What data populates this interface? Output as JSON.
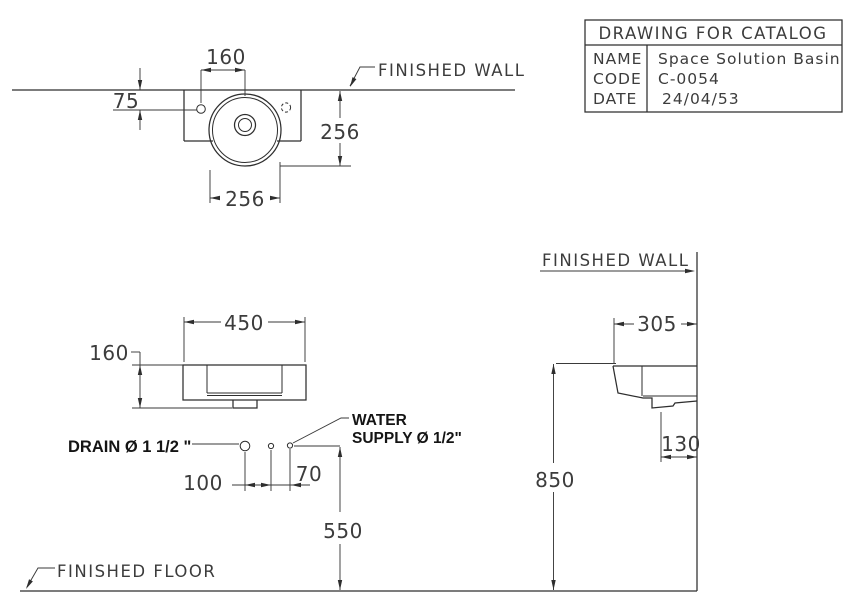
{
  "page": {
    "background": "#ffffff",
    "line_color": "#2e2e2e",
    "text_color": "#3c3c3c",
    "label_color": "#141414"
  },
  "title_block": {
    "title": "DRAWING FOR CATALOG",
    "name_label": "NAME",
    "name_value": "Space Solution Basin",
    "code_label": "CODE",
    "code_value": "C-0054",
    "date_label": "DATE",
    "date_value": "24/04/53"
  },
  "annotations": {
    "finished_wall_top": "FINISHED WALL",
    "finished_wall_side": "FINISHED WALL",
    "finished_floor": "FINISHED FLOOR",
    "drain_label": "DRAIN Ø 1 1/2 \"",
    "water_supply_line1": "WATER",
    "water_supply_line2": "SUPPLY Ø 1/2\""
  },
  "dims_top_view": {
    "faucet_offset": "160",
    "hole_from_wall": "75",
    "depth": "256",
    "bowl_width": "256"
  },
  "dims_front_view": {
    "width": "450",
    "height": "160",
    "drain_to_supply": "100",
    "supply_spacing": "70",
    "supply_height": "550"
  },
  "dims_side_view": {
    "depth": "305",
    "drain_offset": "130",
    "rim_height": "850"
  }
}
